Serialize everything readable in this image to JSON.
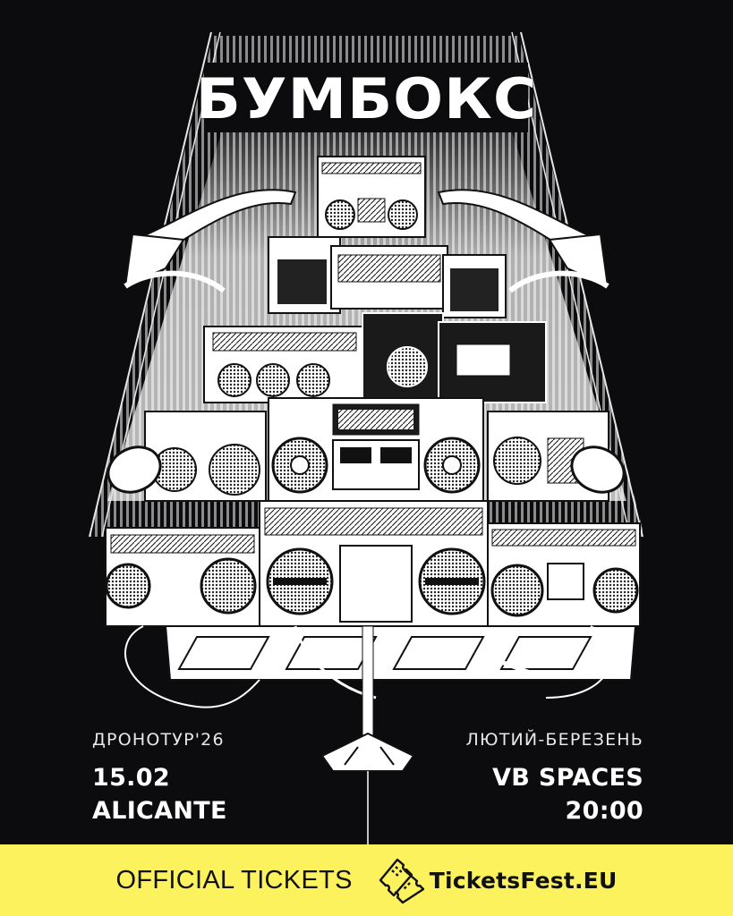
{
  "poster": {
    "title": "БУМБОКС",
    "left": {
      "tour": "ДРОНОТУР'26",
      "date": "15.02",
      "city": "ALICANTE"
    },
    "right": {
      "period": "ЛЮТИЙ-БЕРЕЗЕНЬ",
      "venue": "VB SPACES",
      "time": "20:00"
    },
    "illustration": "boombox-pyramid-with-drones-icon"
  },
  "banner": {
    "official_label": "OFFICIAL TICKETS",
    "brand_label": "TicketsFest.EU",
    "logo_icon": "tickets-icon"
  },
  "colors": {
    "background": "#0c0b0d",
    "banner": "#fbf25e",
    "text_light": "#ffffff",
    "text_dark": "#111111"
  }
}
